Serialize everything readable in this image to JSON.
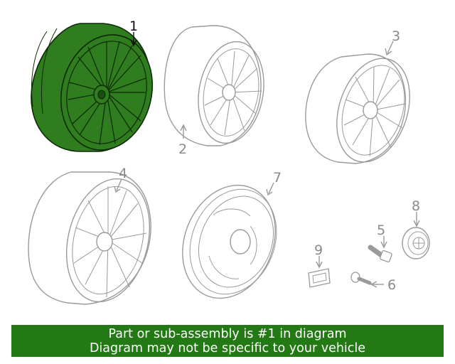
{
  "callouts": [
    {
      "id": "1",
      "label": "1",
      "highlighted": true
    },
    {
      "id": "2",
      "label": "2",
      "highlighted": false
    },
    {
      "id": "3",
      "label": "3",
      "highlighted": false
    },
    {
      "id": "4",
      "label": "4",
      "highlighted": false
    },
    {
      "id": "5",
      "label": "5",
      "highlighted": false
    },
    {
      "id": "6",
      "label": "6",
      "highlighted": false
    },
    {
      "id": "7",
      "label": "7",
      "highlighted": false
    },
    {
      "id": "8",
      "label": "8",
      "highlighted": false
    },
    {
      "id": "9",
      "label": "9",
      "highlighted": false
    }
  ],
  "banner": {
    "line1": "Part or sub-assembly is #1 in diagram",
    "line2": "Diagram may not be specific to your vehicle"
  },
  "colors": {
    "highlight_fill": "#2f7d1e",
    "highlight_stroke": "#0d2a06",
    "line_art": "#9a9a9a",
    "banner_bg": "#237a14",
    "banner_text": "#ffffff"
  }
}
